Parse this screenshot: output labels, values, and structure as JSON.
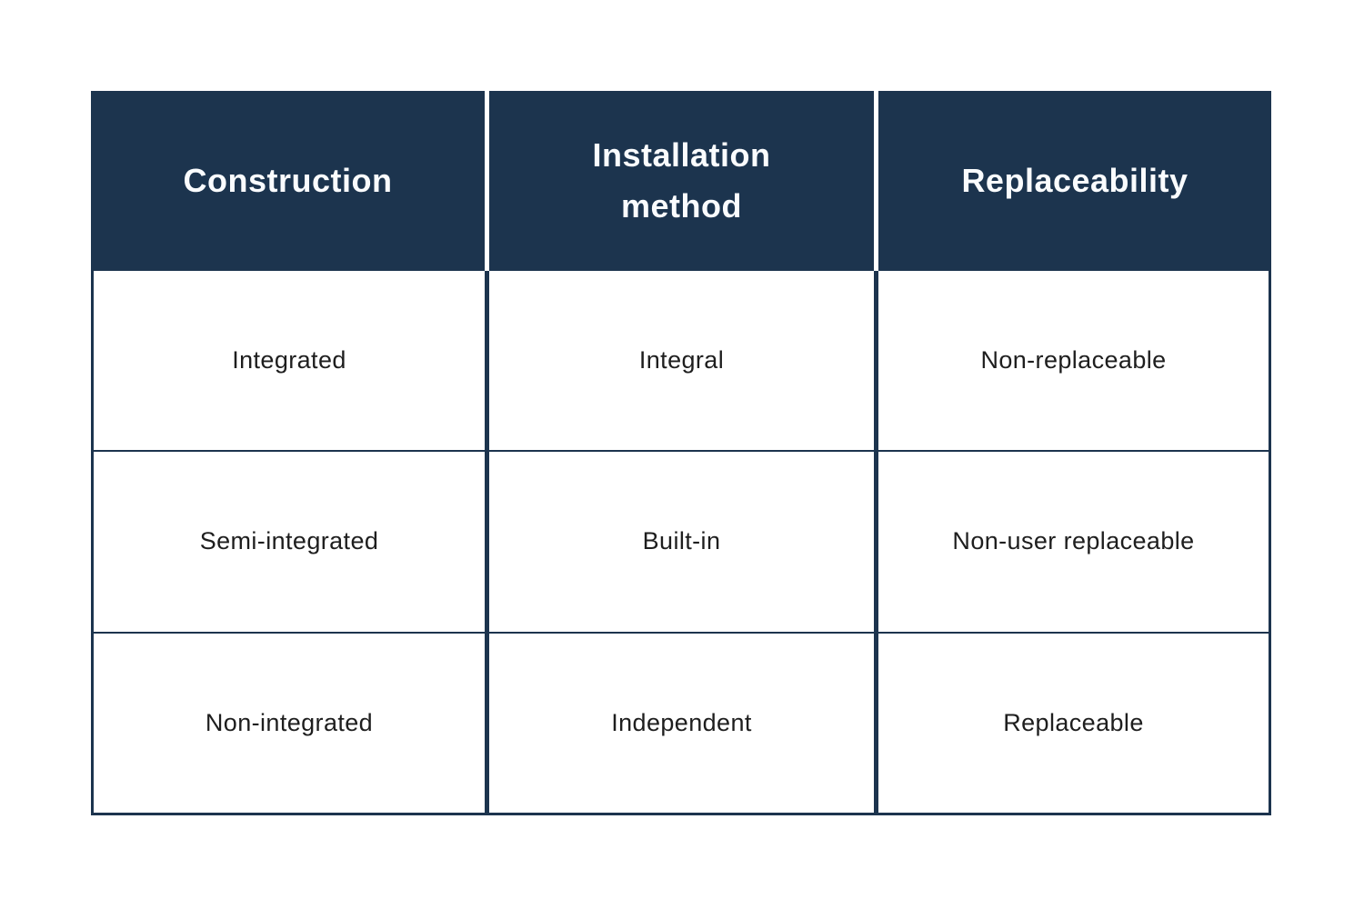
{
  "theme": {
    "page_bg": "#ffffff",
    "navy": "#1c344e",
    "header_text": "#fafcfe",
    "body_text": "#1e1e1e"
  },
  "table": {
    "columns": [
      {
        "label": "Construction"
      },
      {
        "label": "Installation method"
      },
      {
        "label": "Replaceability"
      }
    ],
    "rows": [
      [
        "Integrated",
        "Integral",
        "Non-replaceable"
      ],
      [
        "Semi-integrated",
        "Built-in",
        "Non-user replaceable"
      ],
      [
        "Non-integrated",
        "Independent",
        "Replaceable"
      ]
    ]
  },
  "chart_data": {
    "type": "table",
    "title": "",
    "columns": [
      "Construction",
      "Installation method",
      "Replaceability"
    ],
    "rows": [
      [
        "Integrated",
        "Integral",
        "Non-replaceable"
      ],
      [
        "Semi-integrated",
        "Built-in",
        "Non-user replaceable"
      ],
      [
        "Non-integrated",
        "Independent",
        "Replaceable"
      ]
    ],
    "layout_hints": {
      "header_bg": "#1c344e",
      "header_text_color": "#fafcfe",
      "cell_bg": "#ffffff",
      "grid": "on"
    }
  }
}
